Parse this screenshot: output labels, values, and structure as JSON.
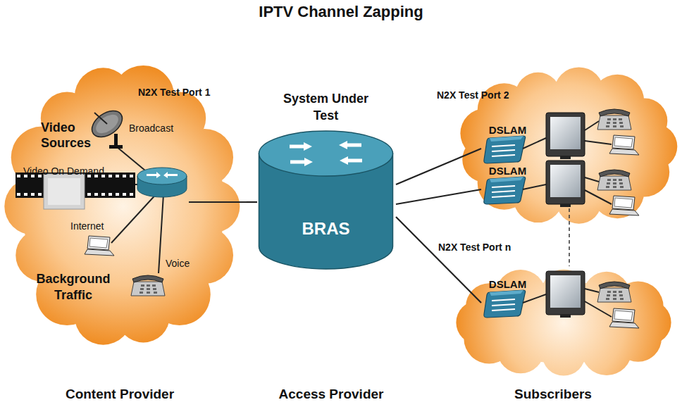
{
  "diagram": {
    "title": "IPTV Channel Zapping",
    "nodes": [
      {
        "text": [
          "N2X Test Port 1",
          "Video Sources",
          "Broadcast",
          "Video On Demand",
          "Internet",
          "Voice",
          "Background Traffic"
        ]
      },
      {
        "text": [
          "System Under Test",
          "BRAS"
        ]
      },
      {
        "text": [
          "N2X Test Port 2"
        ]
      },
      {
        "text": [
          "DSLAM"
        ],
        "in": 2
      },
      {
        "text": [
          "DSLAM"
        ],
        "in": 2
      },
      {
        "text": [
          "N2X Test Port n"
        ]
      },
      {
        "text": [
          "DSLAM"
        ],
        "in": 5
      }
    ],
    "edges": [
      {
        "from": 0,
        "to": 1,
        "arrow": "none"
      },
      {
        "from": 1,
        "to": 3,
        "arrow": "none"
      },
      {
        "from": 1,
        "to": 4,
        "arrow": "none"
      },
      {
        "from": 1,
        "to": 6,
        "arrow": "none"
      }
    ],
    "labels": [
      "Content Provider",
      "Access Provider",
      "Subscribers"
    ]
  }
}
